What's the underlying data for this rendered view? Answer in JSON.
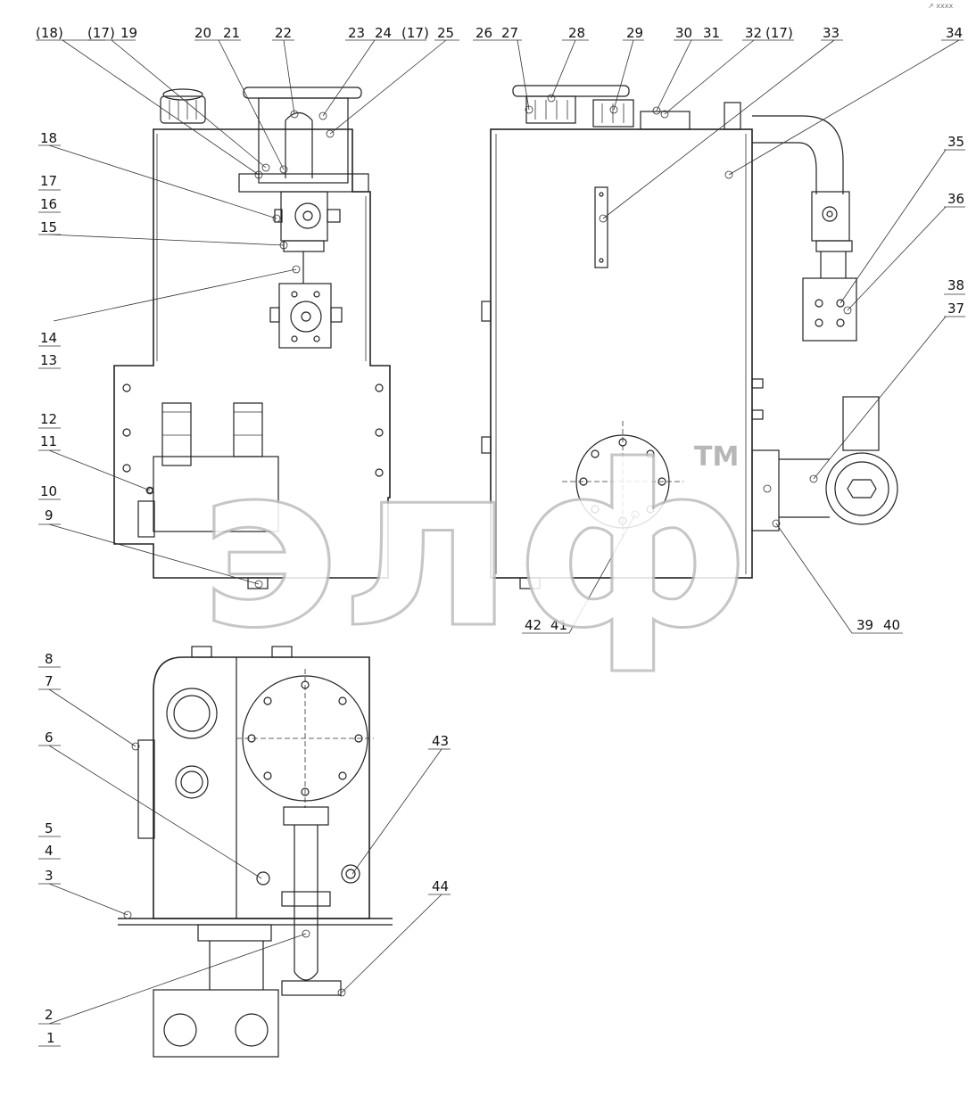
{
  "diagram": {
    "callouts_top_left": [
      "(18)",
      "(17)",
      "19",
      "20",
      "21",
      "22",
      "23",
      "24",
      "(17)",
      "25"
    ],
    "callouts_left": [
      "18",
      "17",
      "16",
      "15",
      "14",
      "13",
      "12",
      "11",
      "10",
      "9"
    ],
    "callouts_top_right": [
      "26",
      "27",
      "28",
      "29",
      "30",
      "31",
      "32",
      "(17)",
      "33",
      "34"
    ],
    "callouts_right": [
      "35",
      "36",
      "38",
      "37"
    ],
    "callouts_bottom_right": [
      "39",
      "40",
      "42",
      "41"
    ],
    "callouts_lower_view": [
      "8",
      "7",
      "6",
      "5",
      "4",
      "3",
      "2",
      "1",
      "43",
      "44"
    ]
  },
  "watermark": {
    "text": "элф",
    "trademark": "TM"
  },
  "corner_mark": "↗ xxxx"
}
